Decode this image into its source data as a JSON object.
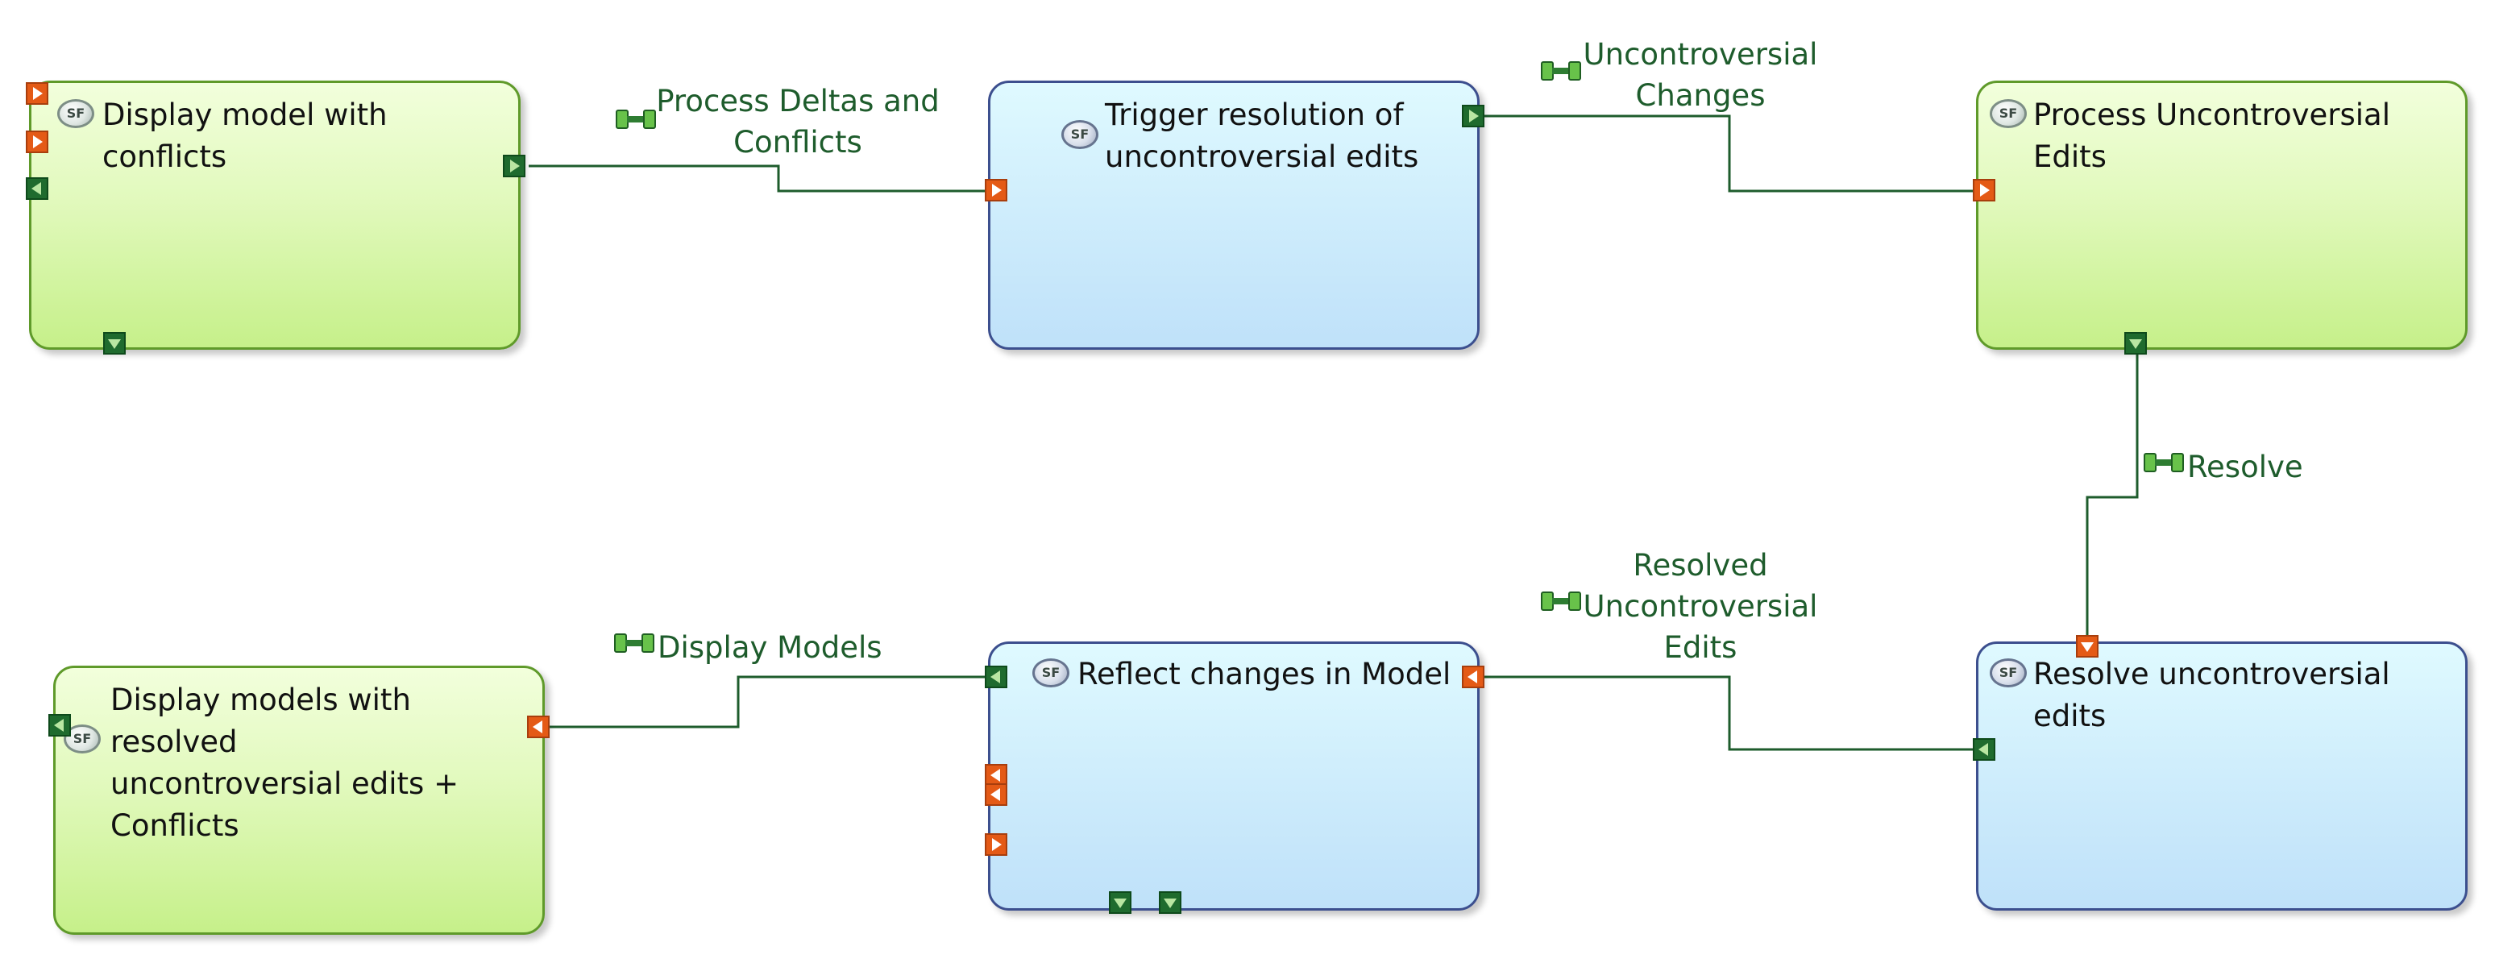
{
  "colors": {
    "wire": "#1e5c2c",
    "label": "#1e5c2c",
    "green_box_border": "#5f9a2a",
    "blue_box_border": "#3c4f8e",
    "port_dark": "#1f6b2e",
    "port_orange": "#e45a16"
  },
  "nodes": {
    "display_model_conflicts": {
      "title": "Display model with conflicts",
      "icon": "SF"
    },
    "trigger_resolution": {
      "title": "Trigger resolution of\nuncontroversial edits",
      "icon": "SF"
    },
    "process_uncontroversial": {
      "title": "Process Uncontroversial Edits",
      "icon": "SF"
    },
    "resolve_uncontroversial": {
      "title": "Resolve uncontroversial edits",
      "icon": "SF"
    },
    "reflect_changes": {
      "title": "Reflect changes in Model",
      "icon": "SF"
    },
    "display_models_resolved": {
      "title": "Display models with resolved\nuncontroversial edits +\nConflicts",
      "icon": "SF"
    }
  },
  "connections": {
    "process_deltas": {
      "label": "Process Deltas and\nConflicts",
      "icon": "connector-plug-icon"
    },
    "uncontroversial_changes": {
      "label": "Uncontroversial\nChanges",
      "icon": "connector-plug-icon"
    },
    "resolve": {
      "label": "Resolve",
      "icon": "connector-plug-icon"
    },
    "resolved_uncontroversial": {
      "label": "Resolved\nUncontroversial\nEdits",
      "icon": "connector-plug-icon"
    },
    "display_models": {
      "label": "Display Models",
      "icon": "connector-plug-icon"
    }
  }
}
